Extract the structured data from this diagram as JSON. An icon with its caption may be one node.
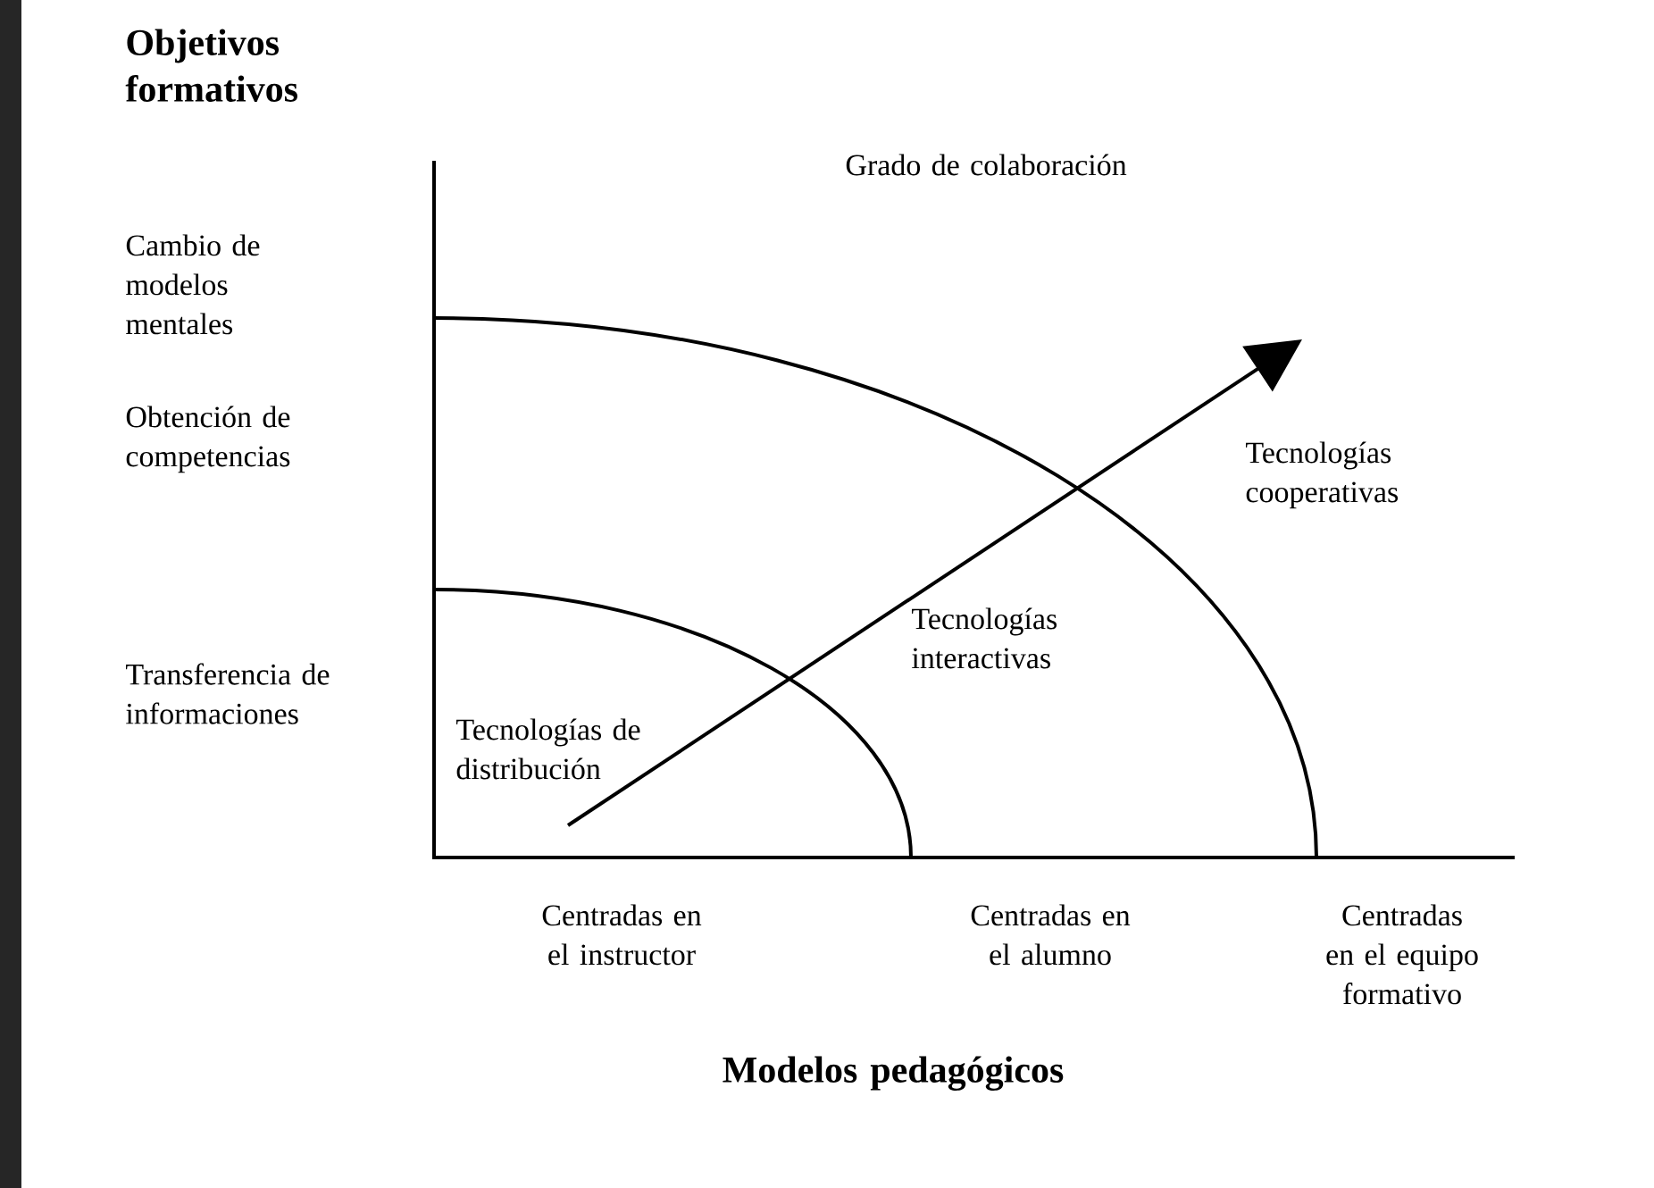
{
  "diagram": {
    "labels": [
      "Objetivos formativos",
      "Cambio de modelos mentales",
      "Grado de colaboración",
      "Obtención de competencias",
      "Tecnologías cooperativas",
      "Tecnologías interactivas",
      "Transferencia de informaciones",
      "Tecnologías de distribución",
      "Centradas en el instructor",
      "Centradas en el alumno",
      "Centradas en el equipo formativo",
      "Modelos pedagógicos"
    ]
  }
}
